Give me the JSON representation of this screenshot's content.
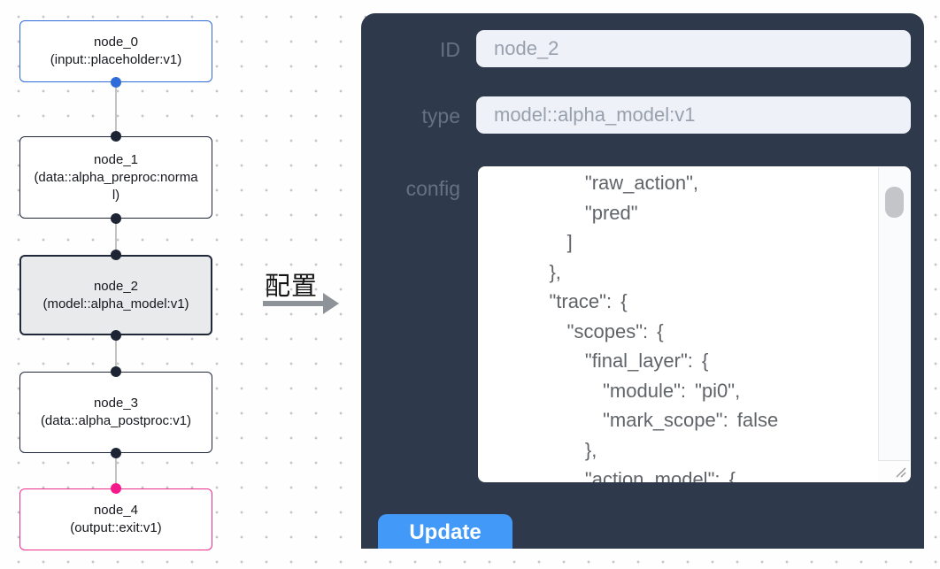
{
  "flow": {
    "nodes": [
      {
        "id": "node_0",
        "title": "node_0",
        "subtitle": "(input::placeholder:v1)",
        "variant": "input"
      },
      {
        "id": "node_1",
        "title": "node_1",
        "subtitle": "(data::alpha_preproc:normal)",
        "variant": "default"
      },
      {
        "id": "node_2",
        "title": "node_2",
        "subtitle": "(model::alpha_model:v1)",
        "variant": "selected"
      },
      {
        "id": "node_3",
        "title": "node_3",
        "subtitle": "(data::alpha_postproc:v1)",
        "variant": "default"
      },
      {
        "id": "node_4",
        "title": "node_4",
        "subtitle": "(output::exit:v1)",
        "variant": "output"
      }
    ],
    "edges": [
      "node_0->node_1",
      "node_1->node_2",
      "node_2->node_3",
      "node_3->node_4"
    ]
  },
  "annotation": {
    "label": "配置"
  },
  "panel": {
    "fields": [
      {
        "label": "ID",
        "value": "node_2"
      },
      {
        "label": "type",
        "value": "model::alpha_model:v1"
      }
    ],
    "config": {
      "label": "config",
      "value": "        \"raw_action\",\n        \"pred\"\n      ]\n    },\n    \"trace\": {\n      \"scopes\": {\n        \"final_layer\": {\n          \"module\": \"pi0\",\n          \"mark_scope\": false\n        },\n        \"action_model\": {"
    },
    "update_button": "Update"
  },
  "colors": {
    "panel_bg": "#2e3a4b",
    "accent_blue": "#4399f7",
    "node_input_border": "#2f6bd9",
    "node_output_border": "#ee2f8f",
    "node_default_border": "#20283a",
    "node_selected_bg": "#e9eaeb",
    "port_pink": "#f5198c",
    "port_blue": "#2f6bd9",
    "edge": "#c2c2c2",
    "label_text": "#667083",
    "input_bg": "#eef1f7",
    "input_text": "#98a0ad",
    "config_text": "#606468"
  }
}
